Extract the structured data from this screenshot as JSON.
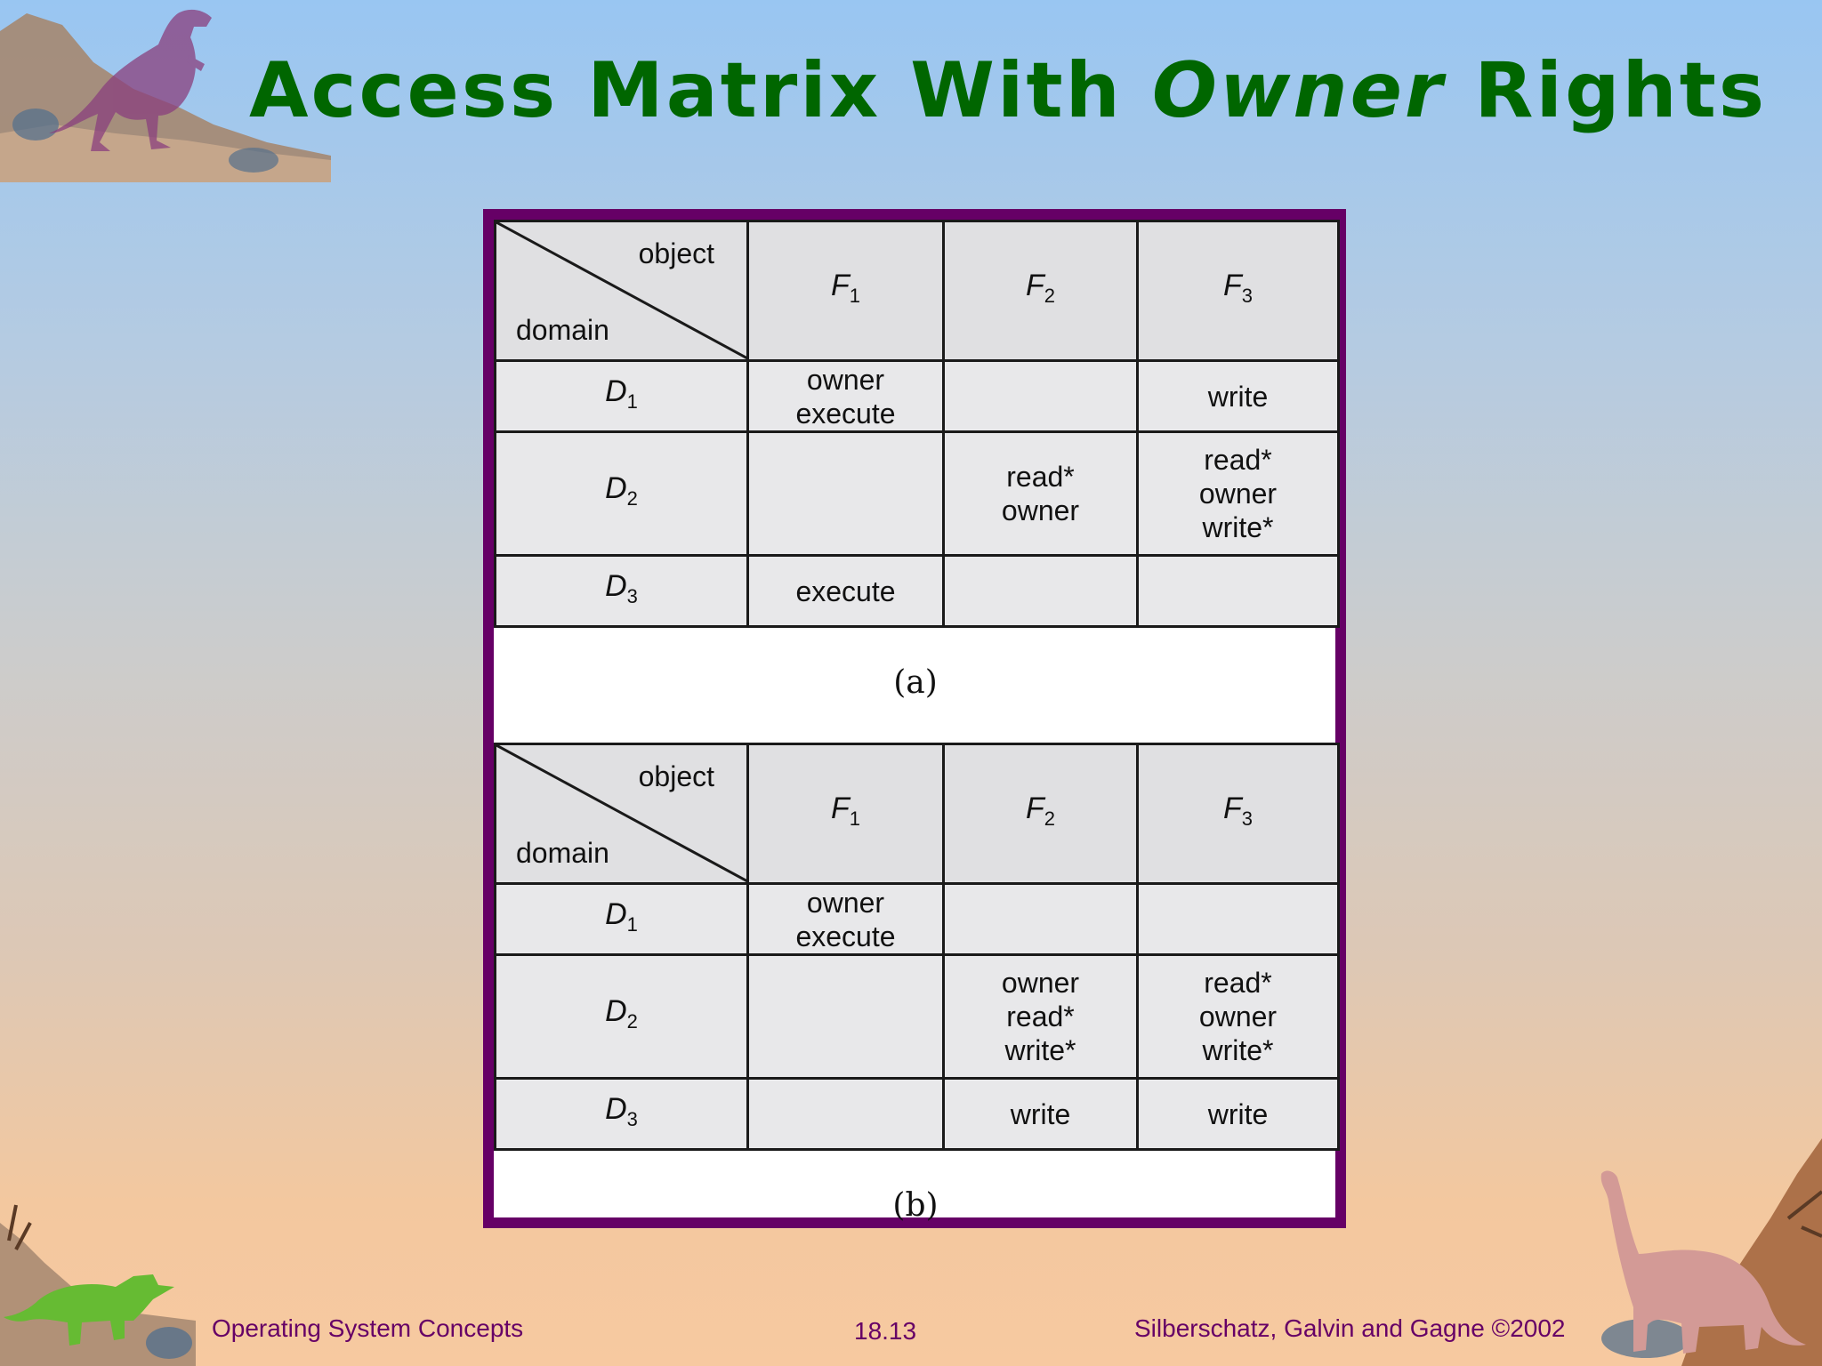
{
  "title": {
    "part1": "Access Matrix With ",
    "italic": "Owner",
    "part2": " Rights"
  },
  "matrix_a": {
    "caption": "(a)",
    "corner": {
      "object_label": "object",
      "domain_label": "domain"
    },
    "objects": [
      {
        "letter": "F",
        "sub": "1"
      },
      {
        "letter": "F",
        "sub": "2"
      },
      {
        "letter": "F",
        "sub": "3"
      }
    ],
    "rows": [
      {
        "domain": {
          "letter": "D",
          "sub": "1"
        },
        "cells": [
          [
            "owner",
            "execute"
          ],
          [],
          [
            "write"
          ]
        ]
      },
      {
        "domain": {
          "letter": "D",
          "sub": "2"
        },
        "cells": [
          [],
          [
            "read*",
            "owner"
          ],
          [
            "read*",
            "owner",
            "write*"
          ]
        ]
      },
      {
        "domain": {
          "letter": "D",
          "sub": "3"
        },
        "cells": [
          [
            "execute"
          ],
          [],
          []
        ]
      }
    ]
  },
  "matrix_b": {
    "caption": "(b)",
    "corner": {
      "object_label": "object",
      "domain_label": "domain"
    },
    "objects": [
      {
        "letter": "F",
        "sub": "1"
      },
      {
        "letter": "F",
        "sub": "2"
      },
      {
        "letter": "F",
        "sub": "3"
      }
    ],
    "rows": [
      {
        "domain": {
          "letter": "D",
          "sub": "1"
        },
        "cells": [
          [
            "owner",
            "execute"
          ],
          [],
          []
        ]
      },
      {
        "domain": {
          "letter": "D",
          "sub": "2"
        },
        "cells": [
          [],
          [
            "owner",
            "read*",
            "write*"
          ],
          [
            "read*",
            "owner",
            "write*"
          ]
        ]
      },
      {
        "domain": {
          "letter": "D",
          "sub": "3"
        },
        "cells": [
          [],
          [
            "write"
          ],
          [
            "write"
          ]
        ]
      }
    ]
  },
  "footer": {
    "left": "Operating System Concepts",
    "center": "18.13",
    "right": "Silberschatz, Galvin and  Gagne ©2002"
  },
  "colors": {
    "title": "#006600",
    "frame": "#660066",
    "footer_text": "#660066"
  },
  "decorations": [
    "t-rex-icon",
    "triceratops-icon",
    "brontosaurus-icon"
  ]
}
